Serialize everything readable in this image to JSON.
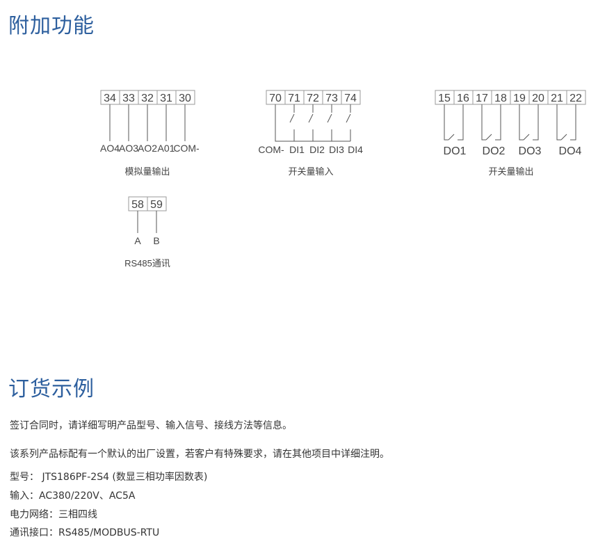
{
  "sections": {
    "functions_title": "附加功能",
    "order_title": "订货示例"
  },
  "analog_output": {
    "terminals": [
      "34",
      "33",
      "32",
      "31",
      "30"
    ],
    "labels": [
      "AO4",
      "AO3",
      "AO2",
      "A01",
      "COM-"
    ],
    "caption": "模拟量输出"
  },
  "switch_input": {
    "terminals": [
      "70",
      "71",
      "72",
      "73",
      "74"
    ],
    "labels": [
      "COM-",
      "DI1",
      "DI2",
      "DI3",
      "DI4"
    ],
    "caption": "开关量输入"
  },
  "switch_output": {
    "terminals": [
      "15",
      "16",
      "17",
      "18",
      "19",
      "20",
      "21",
      "22"
    ],
    "labels": [
      "DO1",
      "DO2",
      "DO3",
      "DO4"
    ],
    "caption": "开关量输出"
  },
  "rs485": {
    "terminals": [
      "58",
      "59"
    ],
    "labels": [
      "A",
      "B"
    ],
    "caption": "RS485通讯"
  },
  "order": {
    "lines": [
      "签订合同时，请详细写明产品型号、输入信号、接线方法等信息。",
      "该系列产品标配有一个默认的出厂设置，若客户有特殊要求，请在其他项目中详细注明。",
      "型号： JTS186PF-2S4 (数显三相功率因数表)",
      "输入：AC380/220V、AC5A",
      "电力网络：三相四线",
      "通讯接口：RS485/MODBUS-RTU"
    ]
  }
}
